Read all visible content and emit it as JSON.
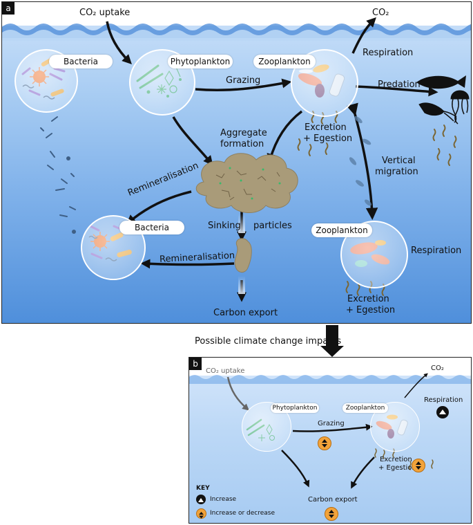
{
  "panel_a": {
    "label": "a",
    "co2_uptake": "CO₂ uptake",
    "co2_out": "CO₂",
    "respiration_top": "Respiration",
    "grazing": "Grazing",
    "predation": "Predation",
    "aggregate_formation_1": "Aggregate",
    "aggregate_formation_2": "formation",
    "excretion_1": "Excretion",
    "excretion_2": "+ Egestion",
    "vertical_migration_1": "Vertical",
    "vertical_migration_2": "migration",
    "remineralisation_1": "Remineralisation",
    "remineralisation_2": "Remineralisation",
    "sinking": "Sinking",
    "particles": "particles",
    "respiration_bottom": "Respiration",
    "excretion_bottom_1": "Excretion",
    "excretion_bottom_2": "+ Egestion",
    "carbon_export": "Carbon export",
    "pills": {
      "bacteria_top": "Bacteria",
      "phytoplankton": "Phytoplankton",
      "zooplankton_top": "Zooplankton",
      "bacteria_bottom": "Bacteria",
      "zooplankton_bottom": "Zooplankton"
    }
  },
  "transition_label": "Possible climate change impacts",
  "panel_b": {
    "label": "b",
    "co2_uptake": "CO₂ uptake",
    "co2_out": "CO₂",
    "respiration": "Respiration",
    "grazing": "Grazing",
    "excretion_1": "Excretion",
    "excretion_2": "+ Egestion",
    "carbon_export": "Carbon export",
    "pills": {
      "phytoplankton": "Phytoplankton",
      "zooplankton": "Zooplankton"
    },
    "key": {
      "title": "KEY",
      "increase": "Increase",
      "increase_or_decrease": "Increase or decrease"
    }
  },
  "colors": {
    "arrow": "#111111",
    "uptake_arrow_b": "#666666",
    "wave": "#2f74d0",
    "particle": "#a99b79",
    "badge_orange": "#f2a33a"
  }
}
